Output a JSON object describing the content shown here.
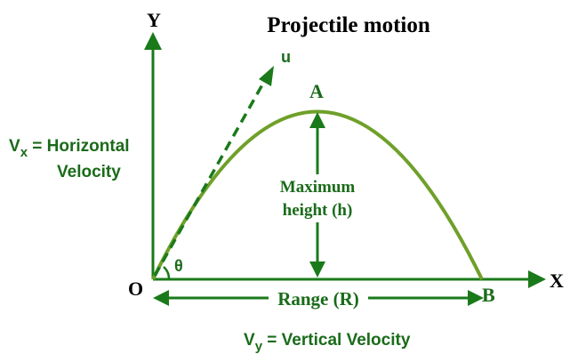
{
  "title": "Projectile motion",
  "axes": {
    "y_label": "Y",
    "x_label": "X",
    "origin_label": "O"
  },
  "points": {
    "peak_label": "A",
    "landing_label": "B"
  },
  "labels": {
    "initial_velocity": "u",
    "angle": "θ",
    "max_height_line1": "Maximum",
    "max_height_line2": "height (h)",
    "range": "Range (R)",
    "vx_symbol": "V",
    "vx_subscript": "x",
    "vx_rest": " = Horizontal",
    "vx_line2": "Velocity",
    "vy_symbol": "V",
    "vy_subscript": "y",
    "vy_rest": " = Vertical Velocity"
  },
  "colors": {
    "axis": "#1a7a1a",
    "trajectory": "#6fa02a",
    "text_dark": "#000000",
    "text_green": "#1a6b1a"
  }
}
